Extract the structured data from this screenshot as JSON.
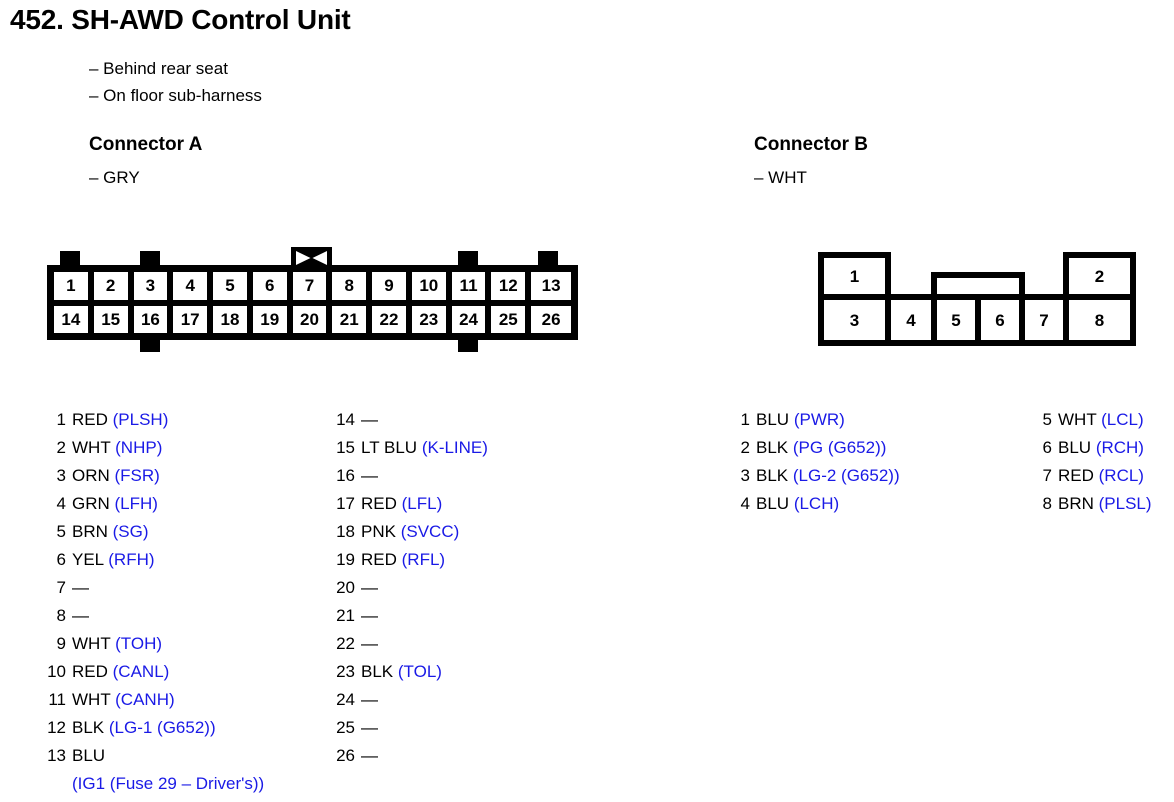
{
  "document": {
    "section_number": "452.",
    "title": "SH-AWD Control Unit",
    "notes": [
      "– Behind rear seat",
      "– On floor sub-harness"
    ]
  },
  "colors": {
    "signal_blue": "#1a1ae6",
    "text_black": "#000000",
    "background": "#ffffff"
  },
  "connector_a": {
    "heading": "Connector A",
    "color_note": "– GRY",
    "diagram": {
      "top_row_pins": [
        "1",
        "2",
        "3",
        "4",
        "5",
        "6",
        "7",
        "8",
        "9",
        "10",
        "11",
        "12",
        "13"
      ],
      "bottom_row_pins": [
        "14",
        "15",
        "16",
        "17",
        "18",
        "19",
        "20",
        "21",
        "22",
        "23",
        "24",
        "25",
        "26"
      ],
      "top_tab_positions": [
        1,
        3,
        11,
        13
      ],
      "bottom_tab_positions": [
        3,
        11
      ],
      "key_tab_above_pin": 7
    },
    "pins_left": [
      {
        "num": "1",
        "wire": "RED",
        "signal": "(PLSH)"
      },
      {
        "num": "2",
        "wire": "WHT",
        "signal": "(NHP)"
      },
      {
        "num": "3",
        "wire": "ORN",
        "signal": "(FSR)"
      },
      {
        "num": "4",
        "wire": "GRN",
        "signal": "(LFH)"
      },
      {
        "num": "5",
        "wire": "BRN",
        "signal": "(SG)"
      },
      {
        "num": "6",
        "wire": "YEL",
        "signal": "(RFH)"
      },
      {
        "num": "7",
        "wire": "—",
        "signal": ""
      },
      {
        "num": "8",
        "wire": "—",
        "signal": ""
      },
      {
        "num": "9",
        "wire": "WHT",
        "signal": "(TOH)"
      },
      {
        "num": "10",
        "wire": "RED",
        "signal": "(CANL)"
      },
      {
        "num": "11",
        "wire": "WHT",
        "signal": "(CANH)"
      },
      {
        "num": "12",
        "wire": "BLK",
        "signal": "(LG-1 (G652))"
      },
      {
        "num": "13",
        "wire": "BLU",
        "signal": "",
        "continuation": "(IG1 (Fuse 29 – Driver's))"
      }
    ],
    "pins_right": [
      {
        "num": "14",
        "wire": "—",
        "signal": ""
      },
      {
        "num": "15",
        "wire": "LT BLU",
        "signal": "(K-LINE)"
      },
      {
        "num": "16",
        "wire": "—",
        "signal": ""
      },
      {
        "num": "17",
        "wire": "RED",
        "signal": "(LFL)"
      },
      {
        "num": "18",
        "wire": "PNK",
        "signal": "(SVCC)"
      },
      {
        "num": "19",
        "wire": "RED",
        "signal": "(RFL)"
      },
      {
        "num": "20",
        "wire": "—",
        "signal": ""
      },
      {
        "num": "21",
        "wire": "—",
        "signal": ""
      },
      {
        "num": "22",
        "wire": "—",
        "signal": ""
      },
      {
        "num": "23",
        "wire": "BLK",
        "signal": "(TOL)"
      },
      {
        "num": "24",
        "wire": "—",
        "signal": ""
      },
      {
        "num": "25",
        "wire": "—",
        "signal": ""
      },
      {
        "num": "26",
        "wire": "—",
        "signal": ""
      }
    ]
  },
  "connector_b": {
    "heading": "Connector B",
    "color_note": "– WHT",
    "diagram": {
      "top_cells": [
        "1",
        "",
        "2"
      ],
      "bottom_cells": [
        "3",
        "4",
        "5",
        "6",
        "7",
        "8"
      ]
    },
    "pins_left": [
      {
        "num": "1",
        "wire": "BLU",
        "signal": "(PWR)"
      },
      {
        "num": "2",
        "wire": "BLK",
        "signal": "(PG (G652))"
      },
      {
        "num": "3",
        "wire": "BLK",
        "signal": "(LG-2 (G652))"
      },
      {
        "num": "4",
        "wire": "BLU",
        "signal": "(LCH)"
      }
    ],
    "pins_right": [
      {
        "num": "5",
        "wire": "WHT",
        "signal": "(LCL)"
      },
      {
        "num": "6",
        "wire": "BLU",
        "signal": "(RCH)"
      },
      {
        "num": "7",
        "wire": "RED",
        "signal": "(RCL)"
      },
      {
        "num": "8",
        "wire": "BRN",
        "signal": "(PLSL)"
      }
    ]
  }
}
